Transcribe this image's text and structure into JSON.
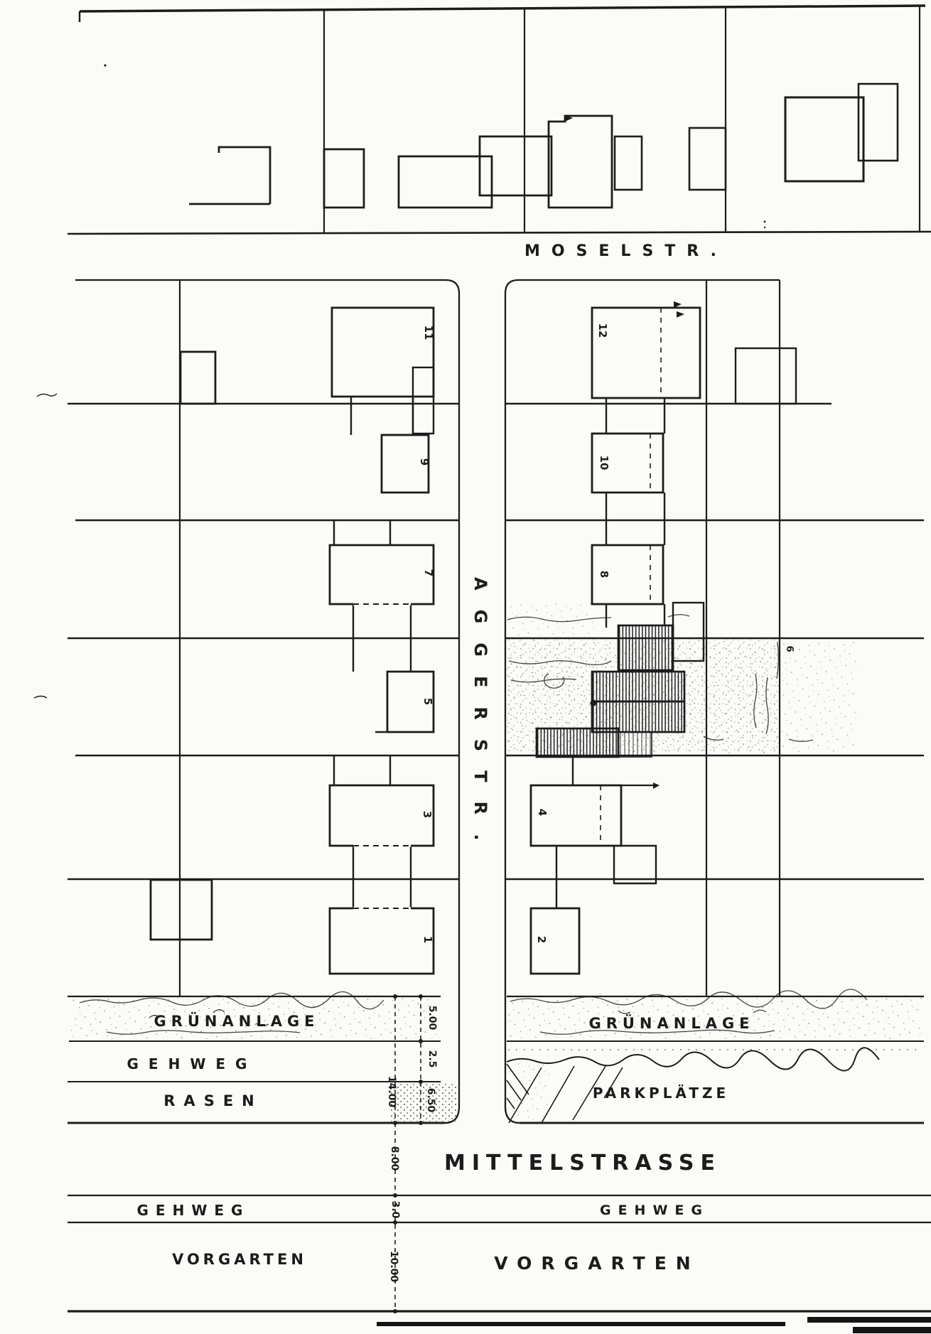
{
  "plan": {
    "streets": {
      "top": "MOSELSTR.",
      "vertical": "AGGERSTR.",
      "bottom": "MITTELSTRASSE"
    },
    "zones": {
      "gruenanlage_left": "GRÜNANLAGE",
      "gruenanlage_right": "GRÜNANLAGE",
      "gehweg_upper_left": "GEHWEG",
      "rasen_left": "RASEN",
      "parkplaetze_right": "PARKPLÄTZE",
      "gehweg_lower_left": "GEHWEG",
      "gehweg_lower_right": "GEHWEG",
      "vorgarten_left": "VORGARTEN",
      "vorgarten_right": "VORGARTEN"
    },
    "house_numbers": {
      "n1": "1",
      "n2": "2",
      "n3": "3",
      "n4": "4",
      "n5": "5",
      "n6": "6",
      "n7": "7",
      "n8": "8",
      "n9": "9",
      "n10": "10",
      "n11": "11",
      "n12": "12"
    },
    "dimensions": {
      "gruenanlage": "5.00",
      "gehweg_upper": "2.5",
      "rasen": "6.50",
      "left_total": "14.00",
      "mittelstrasse": "8.00",
      "gehweg_lower": "3.0",
      "vorgarten": "10.00"
    },
    "colors": {
      "ink": "#1c1c1c",
      "paper": "#fbfbf8"
    }
  }
}
